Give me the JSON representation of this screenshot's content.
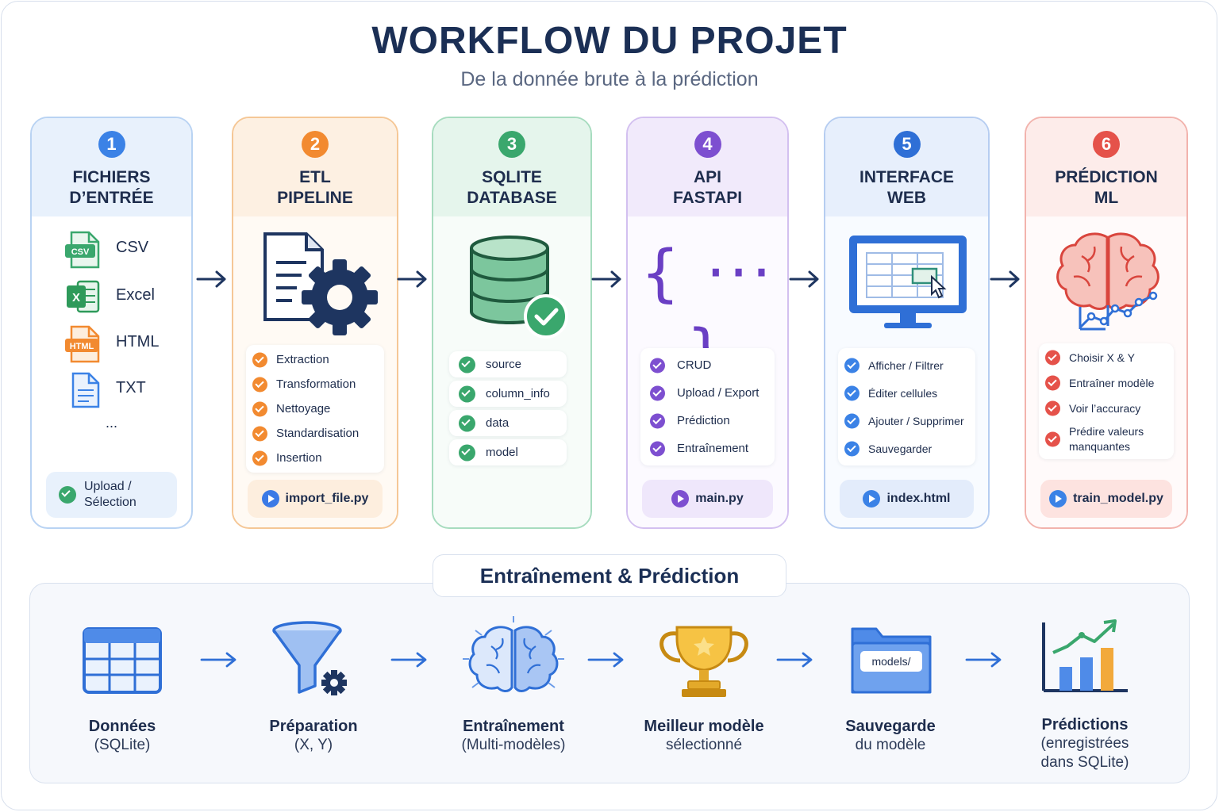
{
  "title": "WORKFLOW DU PROJET",
  "subtitle": "De la donnée brute à la prédiction",
  "colors": {
    "blue": "#3b82e6",
    "orange": "#f28a30",
    "green": "#3aa76d",
    "purple": "#7d4fd0",
    "web_blue": "#2f6fd6",
    "red": "#e5524a",
    "navy": "#1b2f55"
  },
  "cards": [
    {
      "number": "1",
      "title_line1": "FICHIERS",
      "title_line2": "D’ENTRÉE",
      "files": [
        {
          "icon": "csv-file-icon",
          "badge": "CSV",
          "label": "CSV"
        },
        {
          "icon": "excel-file-icon",
          "badge": "X",
          "label": "Excel"
        },
        {
          "icon": "html-file-icon",
          "badge": "HTML",
          "label": "HTML"
        },
        {
          "icon": "txt-file-icon",
          "badge": "",
          "label": "TXT"
        }
      ],
      "ellipsis": "...",
      "action_line1": "Upload /",
      "action_line2": "Sélection"
    },
    {
      "number": "2",
      "title_line1": "ETL",
      "title_line2": "PIPELINE",
      "icon": "document-gear-icon",
      "items": [
        "Extraction",
        "Transformation",
        "Nettoyage",
        "Standardisation",
        "Insertion"
      ],
      "file": "import_file.py"
    },
    {
      "number": "3",
      "title_line1": "SQLITE",
      "title_line2": "DATABASE",
      "icon": "database-check-icon",
      "items": [
        "source",
        "column_info",
        "data",
        "model"
      ]
    },
    {
      "number": "4",
      "title_line1": "API",
      "title_line2": "FASTAPI",
      "icon": "curly-braces-icon",
      "braces_text": "{ ··· }",
      "items": [
        "CRUD",
        "Upload / Export",
        "Prédiction",
        "Entraînement"
      ],
      "file": "main.py"
    },
    {
      "number": "5",
      "title_line1": "INTERFACE",
      "title_line2": "WEB",
      "icon": "monitor-spreadsheet-icon",
      "items": [
        "Afficher / Filtrer",
        "Éditer cellules",
        "Ajouter / Supprimer",
        "Sauvegarder"
      ],
      "file": "index.html"
    },
    {
      "number": "6",
      "title_line1": "PRÉDICTION",
      "title_line2": "ML",
      "icon": "brain-chart-icon",
      "items": [
        "Choisir X & Y",
        "Entraîner modèle",
        "Voir l’accuracy",
        "Prédire valeurs manquantes"
      ],
      "file": "train_model.py"
    }
  ],
  "bottom": {
    "title": "Entraînement & Prédiction",
    "steps": [
      {
        "icon": "table-icon",
        "label1": "Données",
        "label2": "(SQLite)"
      },
      {
        "icon": "funnel-gear-icon",
        "label1": "Préparation",
        "label2": "(X, Y)"
      },
      {
        "icon": "brain-icon",
        "label1": "Entraînement",
        "label2": "(Multi-modèles)"
      },
      {
        "icon": "trophy-icon",
        "label1": "Meilleur modèle",
        "label2": "sélectionné"
      },
      {
        "icon": "folder-icon",
        "label1": "Sauvegarde",
        "label2": "du modèle",
        "folder_label": "models/"
      },
      {
        "icon": "bar-chart-trend-icon",
        "label1": "Prédictions",
        "label2": "(enregistrées",
        "label3": "dans SQLite)"
      }
    ]
  }
}
